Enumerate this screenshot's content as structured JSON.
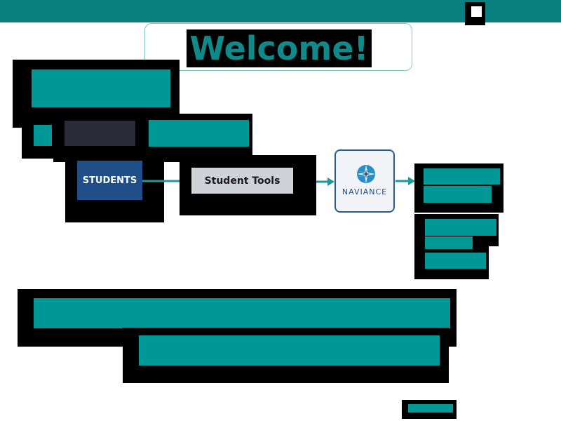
{
  "colors": {
    "topbar": "#0a7f7f",
    "accent_teal": "#009797",
    "students_button": "#1f4e89",
    "tools_button": "#cfd2d6",
    "redaction": "#000000"
  },
  "header": {
    "welcome_title": "Welcome!"
  },
  "flow": {
    "students_label": "STUDENTS",
    "tools_label": "Student Tools",
    "naviance_label": "NAVIANCE",
    "naviance_icon": "compass-star-icon"
  }
}
